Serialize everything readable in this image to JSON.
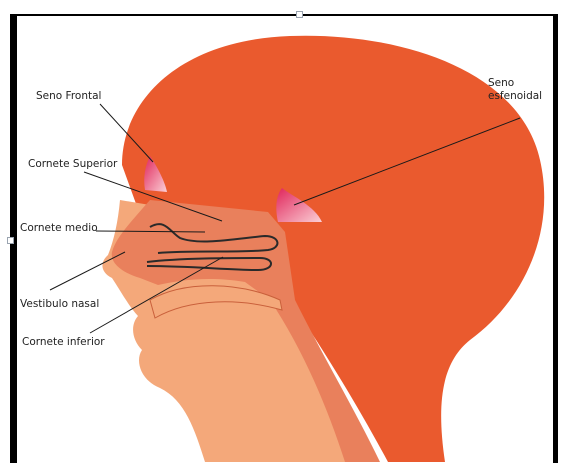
{
  "labels": {
    "seno_frontal": "Seno Frontal",
    "seno_esfenoidal_line1": "Seno",
    "seno_esfenoidal_line2": "esfenoidal",
    "cornete_superior": "Cornete Superior",
    "cornete_medio": "Cornete medio",
    "vestibulo_nasal": "Vestibulo nasal",
    "cornete_inferior": "Cornete inferior"
  },
  "colors": {
    "head": "#ea5a2e",
    "skin_light": "#f4a87a",
    "airway": "#e9805c",
    "sinus": "#e23a6a",
    "frame": "#000000"
  }
}
